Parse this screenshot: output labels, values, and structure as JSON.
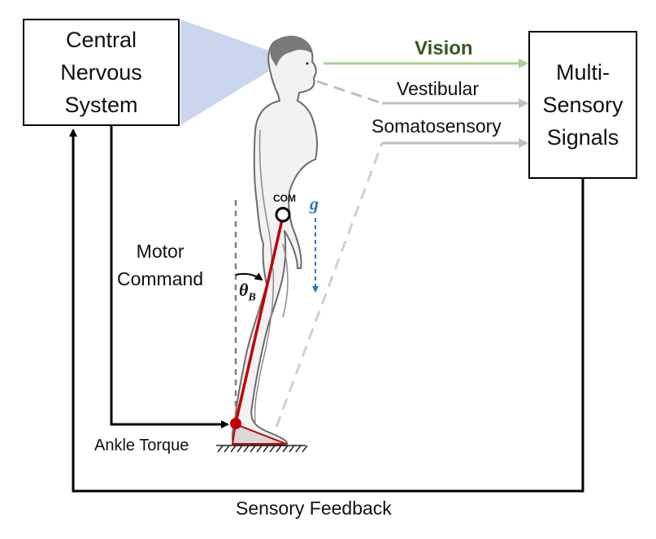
{
  "cns_box": {
    "lines": [
      "Central",
      "Nervous",
      "System"
    ]
  },
  "sensory_box": {
    "lines": [
      "Multi-",
      "Sensory",
      "Signals"
    ]
  },
  "signals": {
    "vision": "Vision",
    "vestibular": "Vestibular",
    "somatosensory": "Somatosensory"
  },
  "labels": {
    "com": "COM",
    "gravity": "g",
    "theta": "θ",
    "theta_sub": "B",
    "motor_command": [
      "Motor",
      "Command"
    ],
    "ankle_torque": "Ankle Torque",
    "sensory_feedback": "Sensory Feedback"
  },
  "colors": {
    "vision_arrow": "#a9d18e",
    "vision_text": "#375623",
    "gray_arrow": "#bfbfbf",
    "body_segment": "#c00000",
    "gravity": "#2e75b6",
    "view_cone": "#c9d6ee"
  }
}
